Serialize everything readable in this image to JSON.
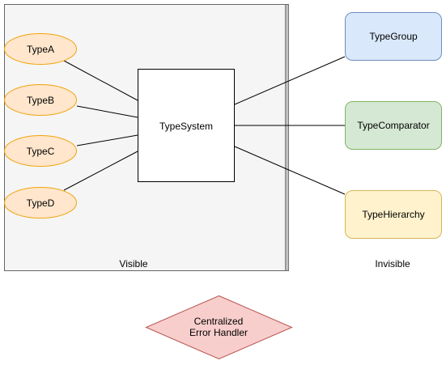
{
  "diagram": {
    "region_visible_label": "Visible",
    "region_invisible_label": "Invisible",
    "center_label": "TypeSystem",
    "types": [
      "TypeA",
      "TypeB",
      "TypeC",
      "TypeD"
    ],
    "right_nodes": [
      {
        "label": "TypeGroup",
        "fill": "#dae8fc",
        "stroke": "#6c8ebf"
      },
      {
        "label": "TypeComparator",
        "fill": "#d5e8d4",
        "stroke": "#82b366"
      },
      {
        "label": "TypeHierarchy",
        "fill": "#fff2cc",
        "stroke": "#d6b656"
      }
    ],
    "error_handler_lines": [
      "Centralized",
      "Error Handler"
    ],
    "colors": {
      "ellipse_fill": "#ffe6cc",
      "ellipse_stroke": "#f0a30a",
      "panel_fill": "#f5f5f5",
      "panel_stroke": "#666666",
      "diamond_fill": "#f8cecc",
      "diamond_stroke": "#b85450",
      "line": "#000000"
    }
  }
}
